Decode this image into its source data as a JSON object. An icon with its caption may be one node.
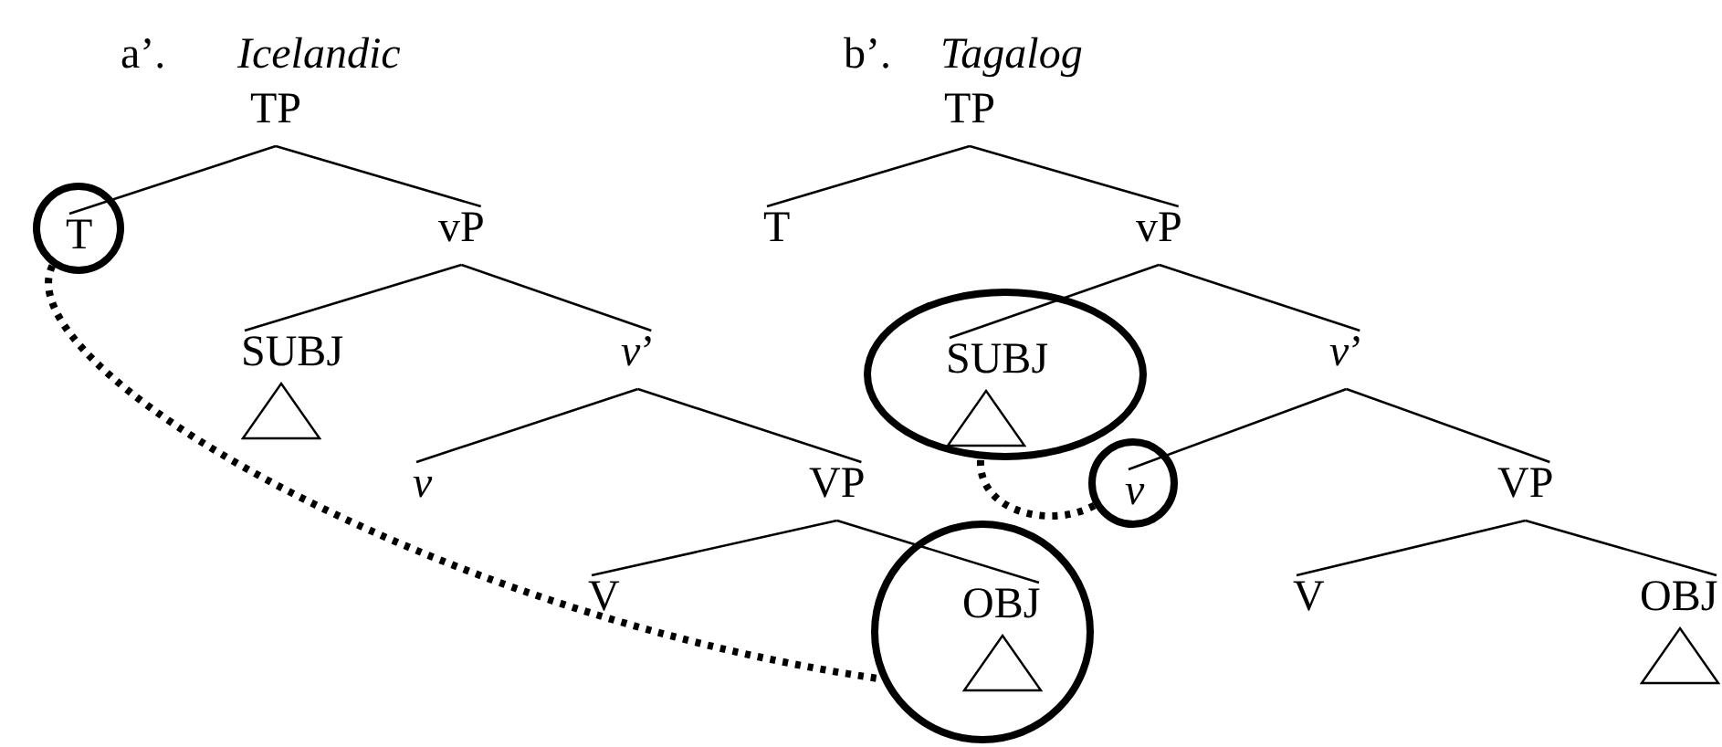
{
  "diagram": {
    "nodes": [
      {
        "text": [
          "TP"
        ]
      },
      {
        "text": [],
        "shape": "circle"
      },
      {
        "text": [
          "T"
        ],
        "in": 1
      },
      {
        "text": [
          "vP"
        ]
      },
      {
        "text": [
          "SUBJ"
        ]
      },
      {
        "text": [
          "*v*’"
        ]
      },
      {
        "text": [
          "*v*"
        ]
      },
      {
        "text": [
          "VP"
        ]
      },
      {
        "text": [
          "V"
        ]
      },
      {
        "text": [],
        "shape": "circle"
      },
      {
        "text": [
          "OBJ"
        ],
        "in": 9
      },
      {
        "text": [
          "TP"
        ]
      },
      {
        "text": [
          "T"
        ]
      },
      {
        "text": [
          "vP"
        ]
      },
      {
        "text": [],
        "shape": "ellipse"
      },
      {
        "text": [
          "SUBJ"
        ],
        "in": 14
      },
      {
        "text": [
          "*v*’"
        ]
      },
      {
        "text": [],
        "shape": "circle"
      },
      {
        "text": [
          "*v*"
        ],
        "in": 17
      },
      {
        "text": [
          "VP"
        ]
      },
      {
        "text": [
          "V"
        ]
      },
      {
        "text": [
          "OBJ"
        ]
      }
    ],
    "edges": [
      {
        "from": 0,
        "to": 2,
        "arrow": "none"
      },
      {
        "from": 0,
        "to": 3,
        "arrow": "none"
      },
      {
        "from": 3,
        "to": 4,
        "arrow": "none"
      },
      {
        "from": 3,
        "to": 5,
        "arrow": "none"
      },
      {
        "from": 5,
        "to": 6,
        "arrow": "none"
      },
      {
        "from": 5,
        "to": 7,
        "arrow": "none"
      },
      {
        "from": 7,
        "to": 8,
        "arrow": "none"
      },
      {
        "from": 7,
        "to": 10,
        "arrow": "none"
      },
      {
        "from": 1,
        "to": 9,
        "arrow": "none",
        "style": "dashed"
      },
      {
        "from": 11,
        "to": 12,
        "arrow": "none"
      },
      {
        "from": 11,
        "to": 13,
        "arrow": "none"
      },
      {
        "from": 13,
        "to": 15,
        "arrow": "none"
      },
      {
        "from": 13,
        "to": 16,
        "arrow": "none"
      },
      {
        "from": 16,
        "to": 18,
        "arrow": "none"
      },
      {
        "from": 16,
        "to": 19,
        "arrow": "none"
      },
      {
        "from": 19,
        "to": 20,
        "arrow": "none"
      },
      {
        "from": 19,
        "to": 21,
        "arrow": "none"
      },
      {
        "from": 17,
        "to": 14,
        "arrow": "none",
        "style": "dashed"
      }
    ],
    "labels": [
      "a’.",
      "*Icelandic*",
      "b’.",
      "*Tagalog*"
    ]
  }
}
